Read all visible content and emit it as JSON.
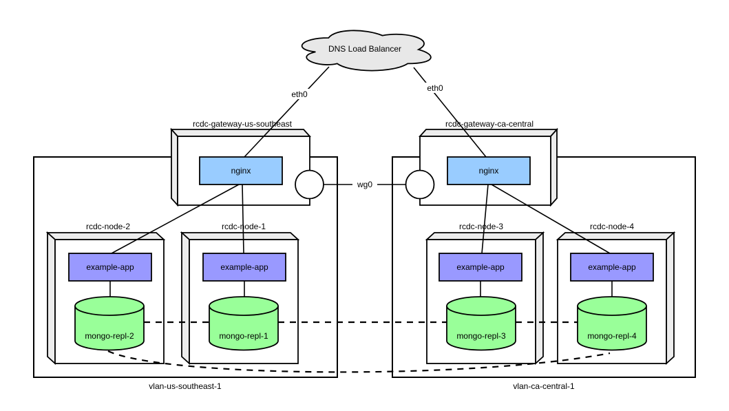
{
  "diagram": {
    "cloud": {
      "label": "DNS Load Balancer"
    },
    "links": {
      "eth0_left": "eth0",
      "eth0_right": "eth0",
      "wg0": "wg0"
    },
    "gateways": [
      {
        "name": "rcdc-gateway-us-southeast",
        "service": "nginx"
      },
      {
        "name": "rcdc-gateway-ca-central",
        "service": "nginx"
      }
    ],
    "vlans": [
      {
        "name": "vlan-us-southeast-1",
        "nodes": [
          {
            "name": "rcdc-node-2",
            "app": "example-app",
            "db": "mongo-repl-2"
          },
          {
            "name": "rcdc-node-1",
            "app": "example-app",
            "db": "mongo-repl-1"
          }
        ]
      },
      {
        "name": "vlan-ca-central-1",
        "nodes": [
          {
            "name": "rcdc-node-3",
            "app": "example-app",
            "db": "mongo-repl-3"
          },
          {
            "name": "rcdc-node-4",
            "app": "example-app",
            "db": "mongo-repl-4"
          }
        ]
      }
    ],
    "colors": {
      "cloud_fill": "#E8E8E8",
      "cube_side": "#EDEDED",
      "nginx_blue": "#99CCFF",
      "app_purple": "#9999FF",
      "db_green": "#99FF99",
      "line": "#000000"
    }
  }
}
